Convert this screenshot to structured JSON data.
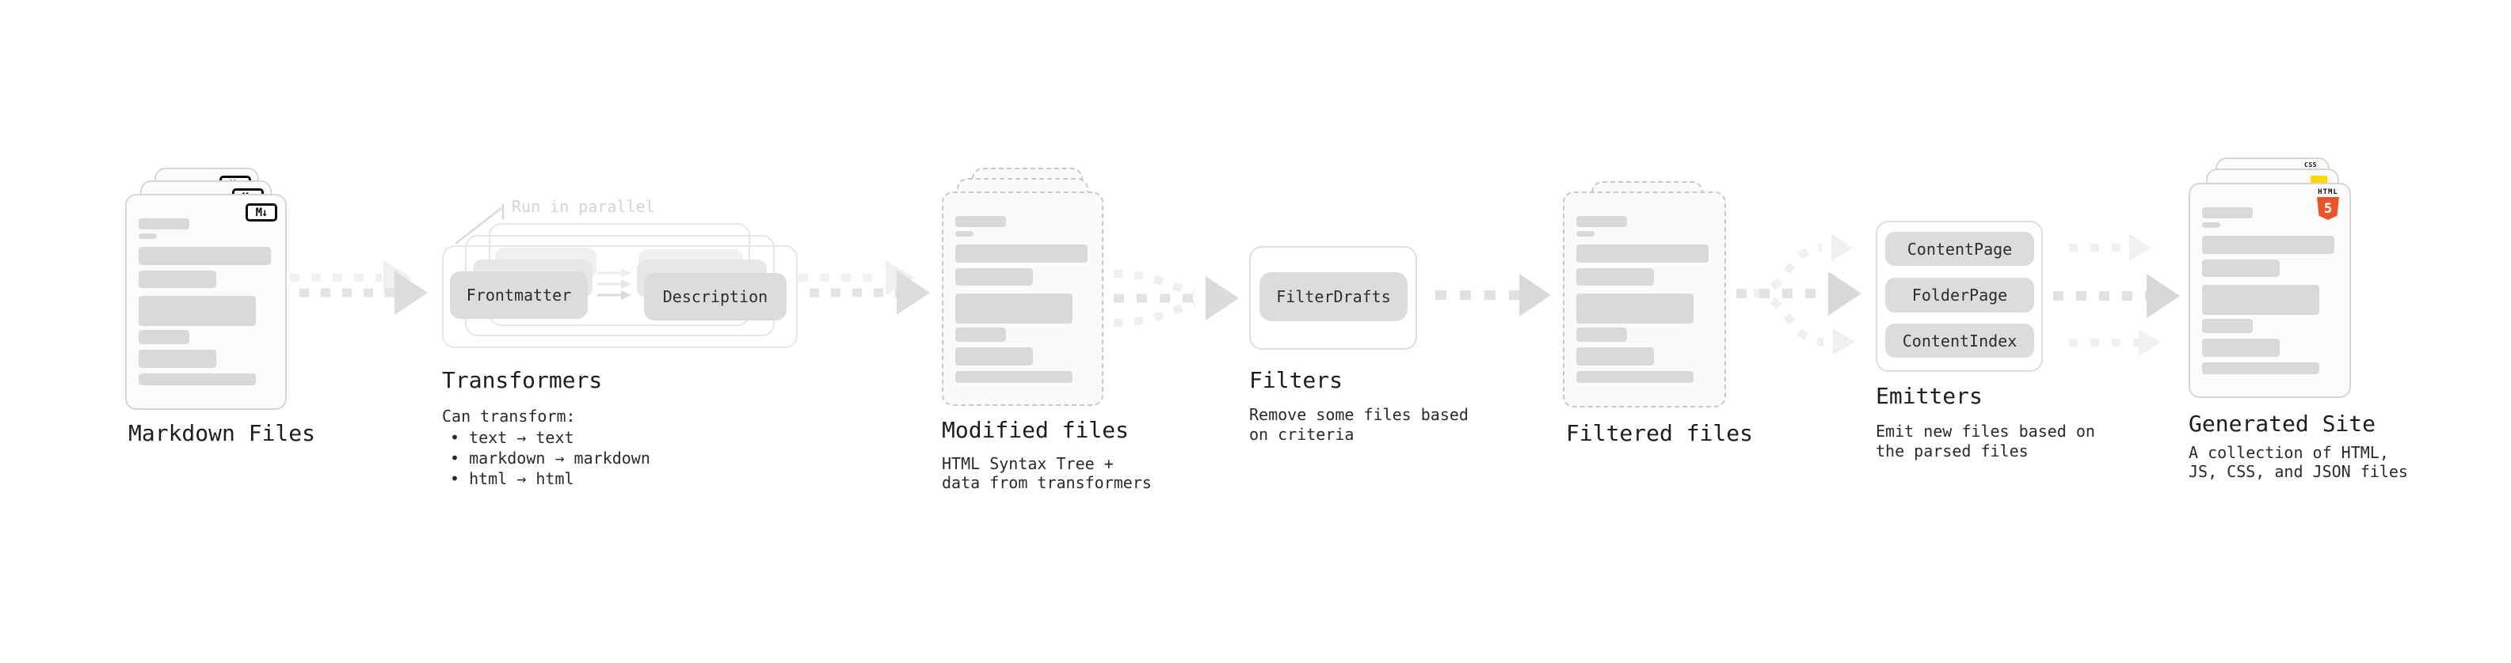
{
  "diagram": {
    "markdown_files": {
      "label": "Markdown Files",
      "file_icon": "M↓"
    },
    "transformers": {
      "annotation": "Run in parallel",
      "input_node": "Frontmatter",
      "output_node": "Description",
      "label": "Transformers",
      "description_heading": "Can transform:",
      "capabilities": [
        "• text → text",
        "• markdown → markdown",
        "• html → html"
      ]
    },
    "modified_files": {
      "label": "Modified files",
      "description_line1": "HTML Syntax Tree +",
      "description_line2": "data from transformers"
    },
    "filters": {
      "label": "Filters",
      "node": "FilterDrafts",
      "description_line1": "Remove some files based",
      "description_line2": "on criteria"
    },
    "filtered_files": {
      "label": "Filtered files"
    },
    "emitters": {
      "label": "Emitters",
      "nodes": [
        "ContentPage",
        "FolderPage",
        "ContentIndex"
      ],
      "description_line1": "Emit new files based on",
      "description_line2": "the parsed files"
    },
    "generated_site": {
      "label": "Generated Site",
      "description_line1": "A collection of HTML,",
      "description_line2": "JS, CSS, and JSON files",
      "css_icon_label": "CSS",
      "html_icon_label": "HTML",
      "html_icon_number": "5"
    },
    "colors": {
      "html5_orange": "#e8542c",
      "js_yellow": "#ffd600",
      "css_blue": "#2f6be4",
      "node_gray": "#dcdcdc",
      "skeleton_gray": "#d9d9d9",
      "annotation_gray": "#d4d4d4"
    }
  }
}
